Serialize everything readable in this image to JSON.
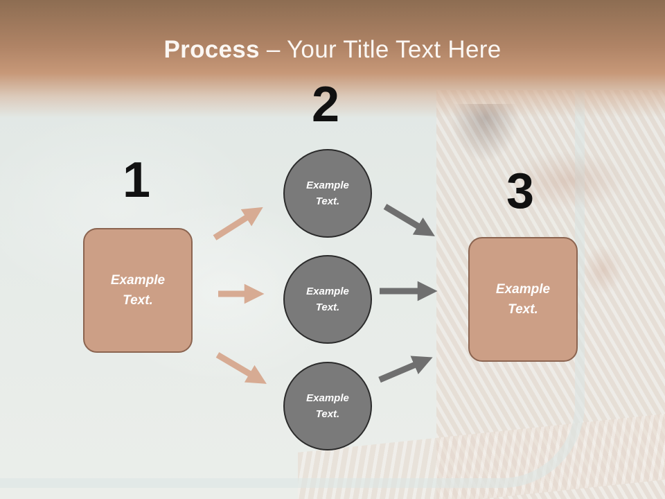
{
  "title": {
    "bold": "Process",
    "rest": " – Your Title Text Here"
  },
  "steps": {
    "step1": {
      "number": "1",
      "text": "Example\nText."
    },
    "step2": {
      "number": "2"
    },
    "step3": {
      "number": "3",
      "text": "Example\nText."
    }
  },
  "circles": [
    {
      "text": "Example\nText."
    },
    {
      "text": "Example\nText."
    },
    {
      "text": "Example\nText."
    }
  ],
  "colors": {
    "box_fill": "#cc9f86",
    "box_border": "#8b6450",
    "circle_fill": "#7a7a7a",
    "circle_border": "#2b2b2b",
    "arrow_left": "#d7ab93",
    "arrow_right": "#6f6f6f",
    "title_band": "#b08466"
  }
}
